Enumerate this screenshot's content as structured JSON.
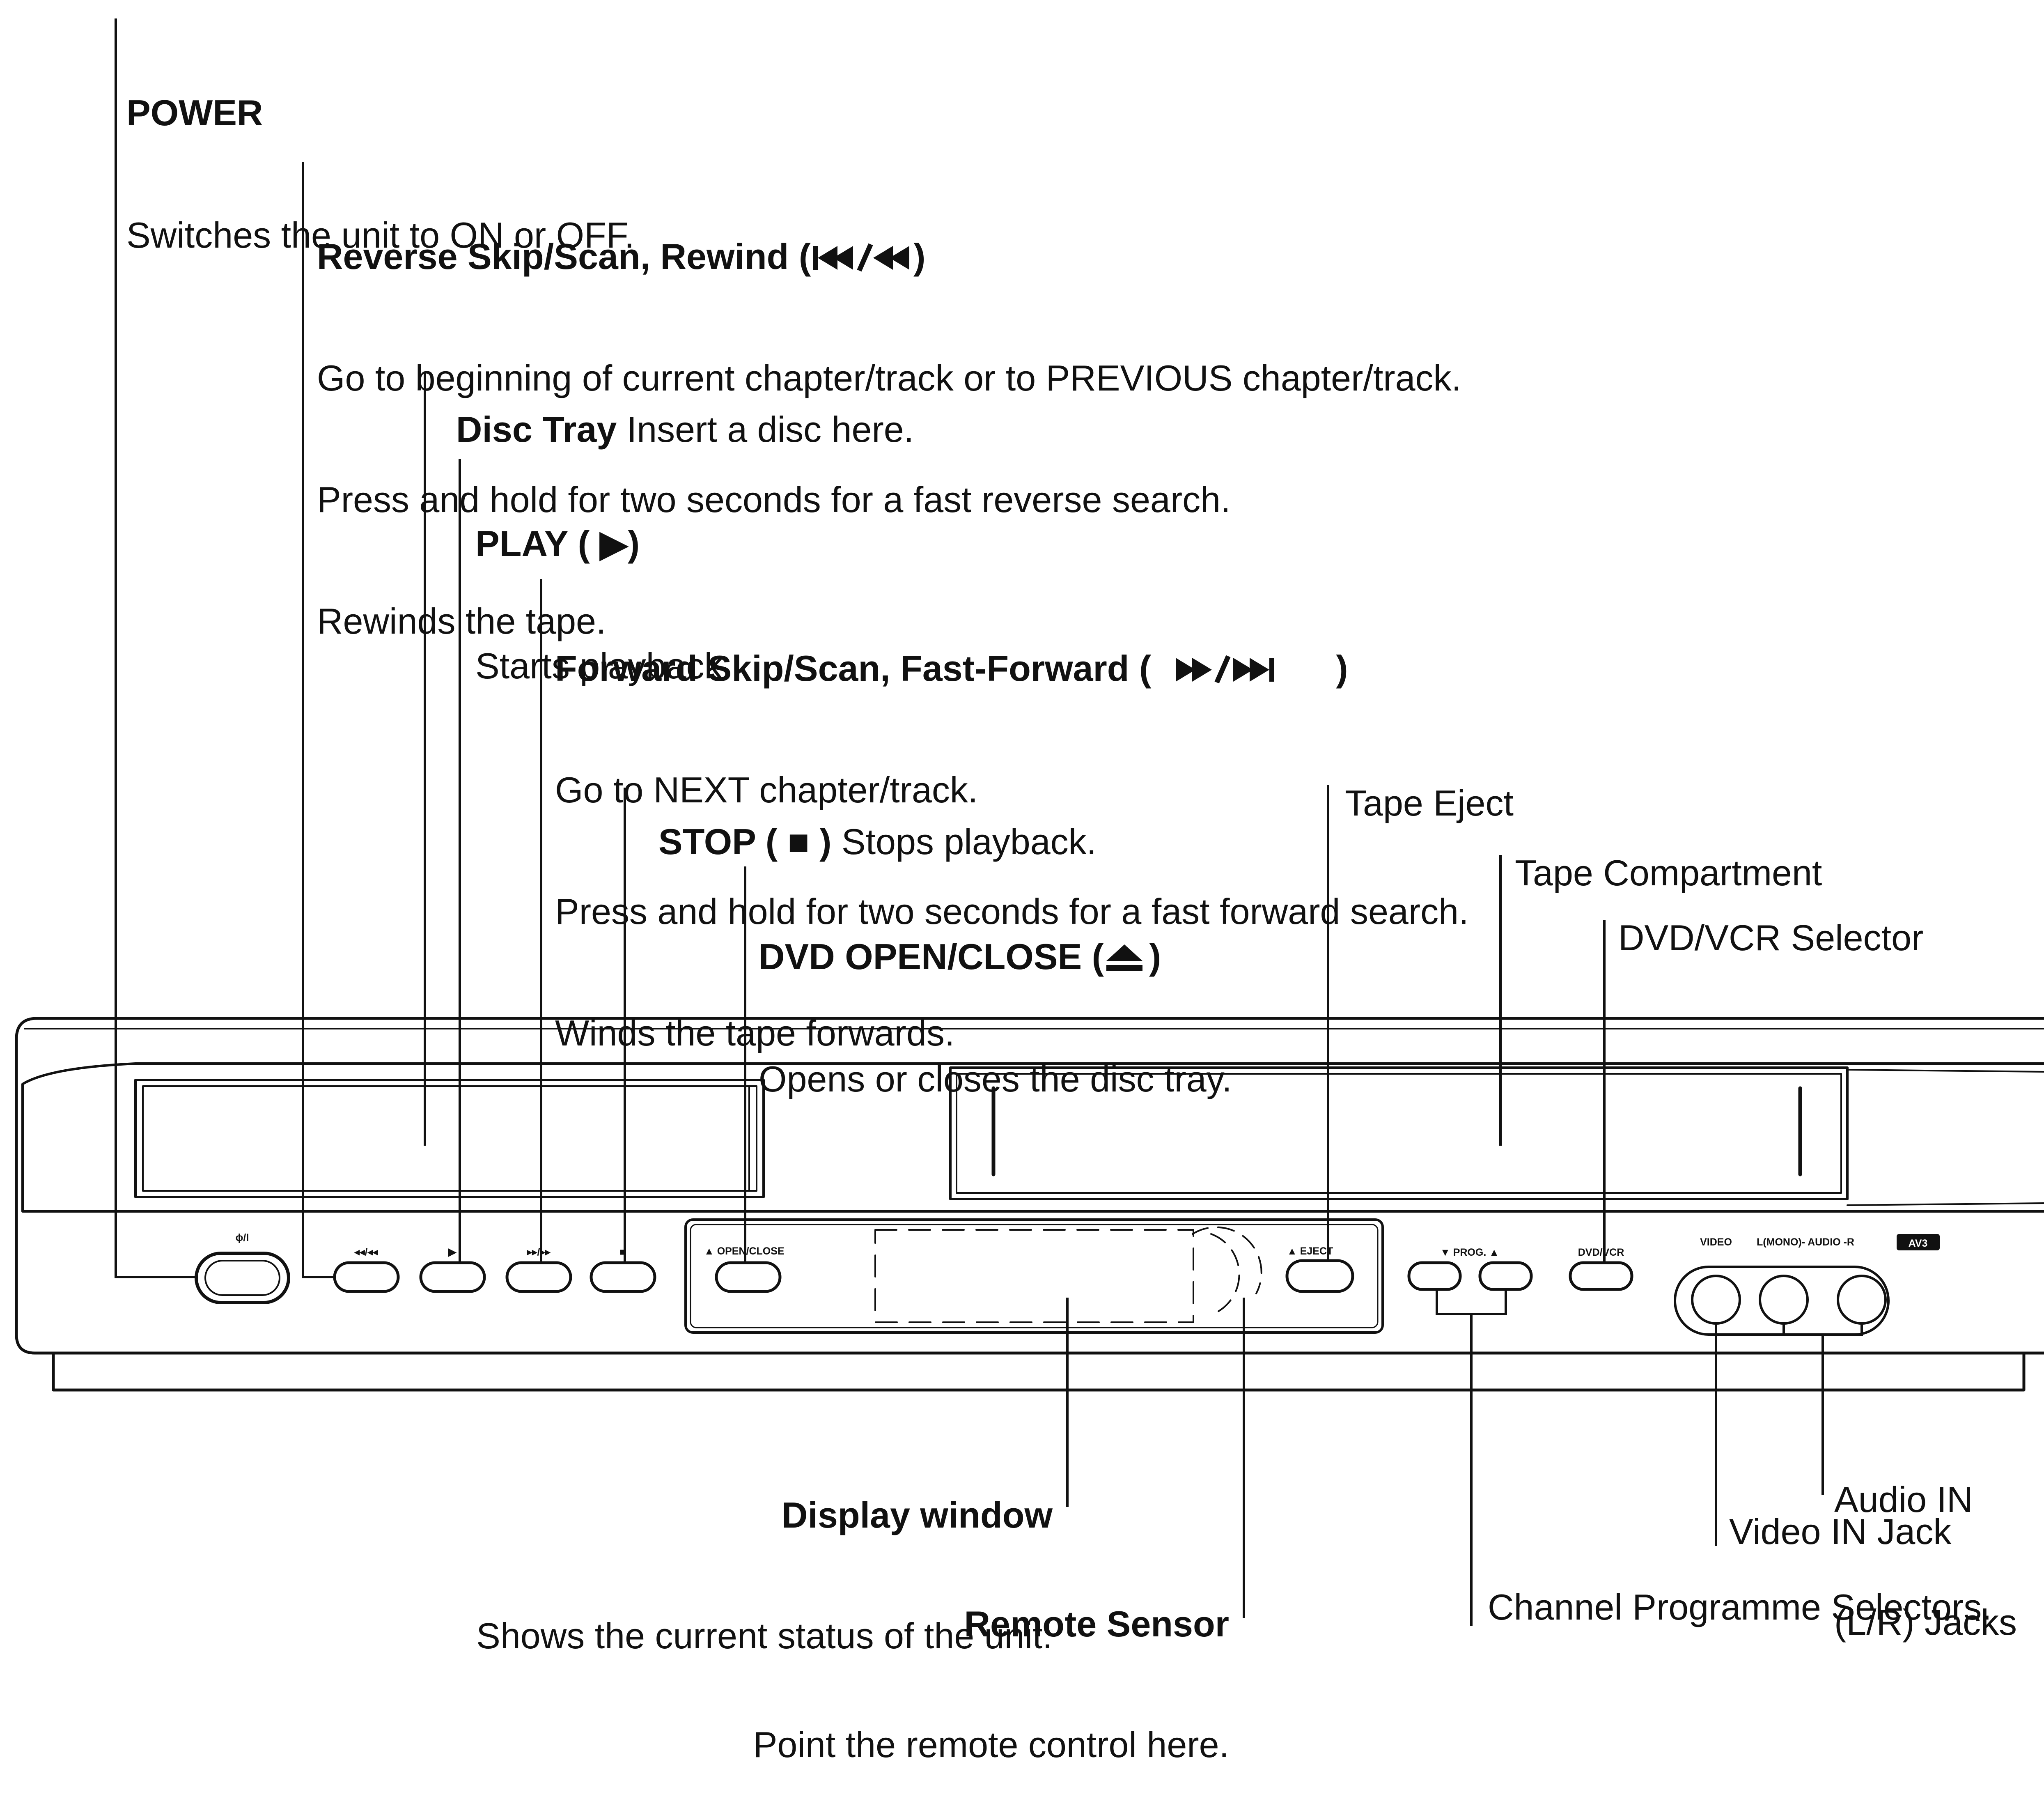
{
  "callouts": {
    "power": {
      "title": "POWER",
      "desc": [
        "Switches the unit to ON or OFF."
      ]
    },
    "reverse": {
      "title": "Reverse Skip/Scan, Rewind (",
      "close": ")",
      "desc": [
        "Go to beginning of current chapter/track or to PREVIOUS chapter/track.",
        "Press and hold for two seconds for a fast reverse search.",
        "Rewinds the tape."
      ]
    },
    "disc_tray": {
      "title": "Disc Tray",
      "desc": " Insert a disc here."
    },
    "play": {
      "title": "PLAY ( ▶)",
      "desc": [
        "Starts playback."
      ]
    },
    "forward": {
      "title": "Forward Skip/Scan, Fast-Forward (",
      "close": ")",
      "desc": [
        "Go to NEXT chapter/track.",
        "Press and hold for two seconds for a fast forward search.",
        "Winds the tape forwards."
      ]
    },
    "stop": {
      "title": "STOP ( ■ )",
      "desc": " Stops playback."
    },
    "dvd_open_close": {
      "title": "DVD OPEN/CLOSE (",
      "close": ")",
      "desc": [
        "Opens or closes the disc tray."
      ]
    },
    "tape_eject": {
      "title": "Tape Eject"
    },
    "tape_compartment": {
      "title": "Tape Compartment"
    },
    "dvd_vcr_selector": {
      "title": "DVD/VCR Selector"
    },
    "display_window": {
      "title": "Display window",
      "desc": [
        "Shows the current status of the unit."
      ]
    },
    "remote_sensor": {
      "title": "Remote Sensor",
      "desc": [
        "Point the remote control here."
      ]
    },
    "channel_selectors": {
      "title": "Channel Programme Selectors."
    },
    "audio_in": {
      "title": [
        "Audio IN",
        "(L/R) Jacks"
      ]
    },
    "video_in": {
      "title": "Video IN Jack"
    }
  },
  "panel_labels": {
    "power": "ɸ/I",
    "rew": "◂◂/◂◂",
    "play": "▶",
    "ff": "▸▸/▸▸",
    "stop": "■",
    "open_close": "▲ OPEN/CLOSE",
    "eject": "▲ EJECT",
    "prog": "▼ PROG. ▲",
    "dvd_vcr": "DVD/VCR",
    "video": "VIDEO",
    "audio": "L(MONO)- AUDIO -R",
    "av3": "AV3"
  }
}
